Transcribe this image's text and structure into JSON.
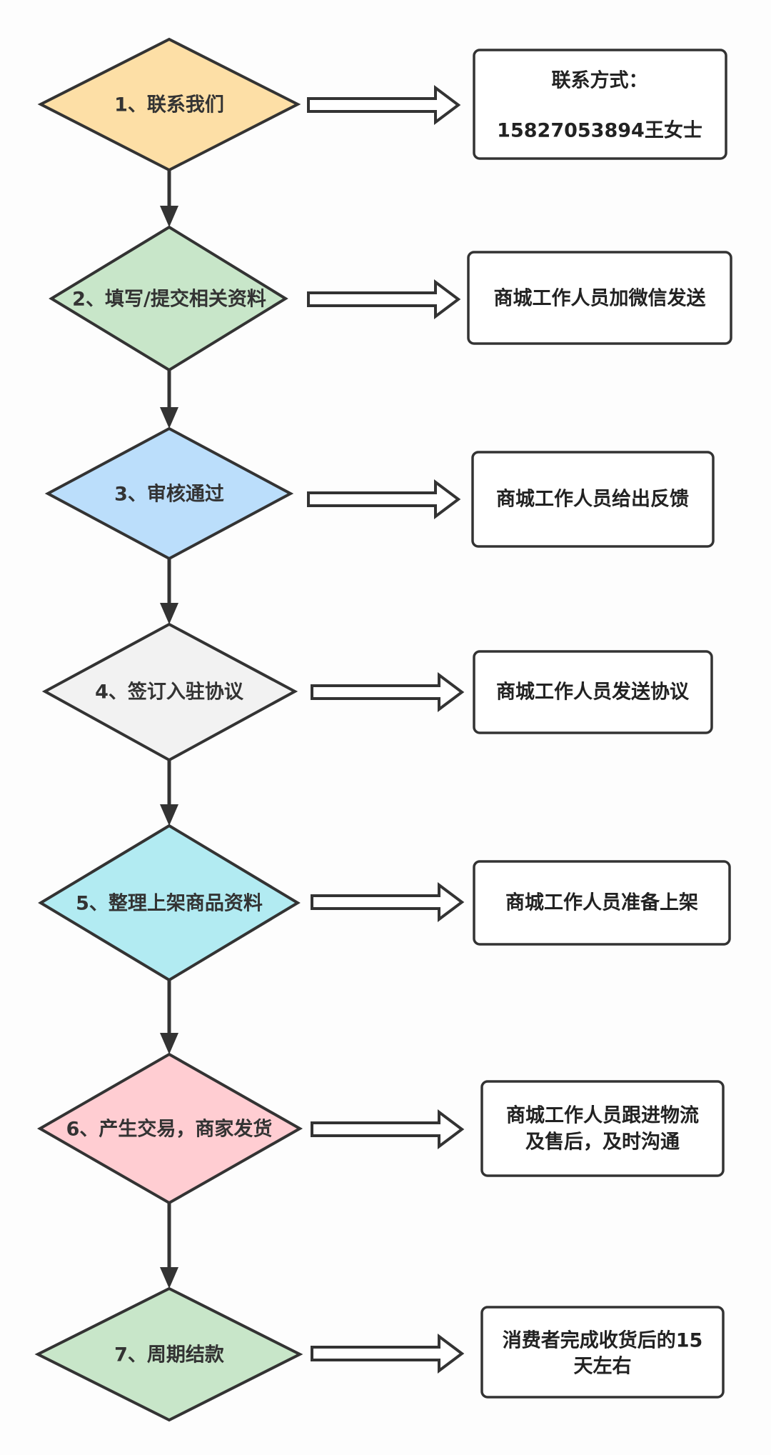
{
  "steps": [
    {
      "label": "1、联系我们",
      "color": "#fddfa6",
      "result": [
        "联系方式：",
        "",
        "15827053894王女士"
      ]
    },
    {
      "label": "2、填写/提交相关资料",
      "color": "#c8e6c9",
      "result": [
        "商城工作人员加微信发送"
      ]
    },
    {
      "label": "3、审核通过",
      "color": "#bbdefb",
      "result": [
        "商城工作人员给出反馈"
      ]
    },
    {
      "label": "4、签订入驻协议",
      "color": "#f2f2f2",
      "result": [
        "商城工作人员发送协议"
      ]
    },
    {
      "label": "5、整理上架商品资料",
      "color": "#b2ebf2",
      "result": [
        "商城工作人员准备上架"
      ]
    },
    {
      "label": "6、产生交易，商家发货",
      "color": "#ffcdd2",
      "result": [
        "商城工作人员跟进物流",
        "及售后，及时沟通"
      ]
    },
    {
      "label": "7、周期结款",
      "color": "#c8e6c9",
      "result": [
        "消费者完成收货后的15",
        "天左右"
      ]
    }
  ]
}
